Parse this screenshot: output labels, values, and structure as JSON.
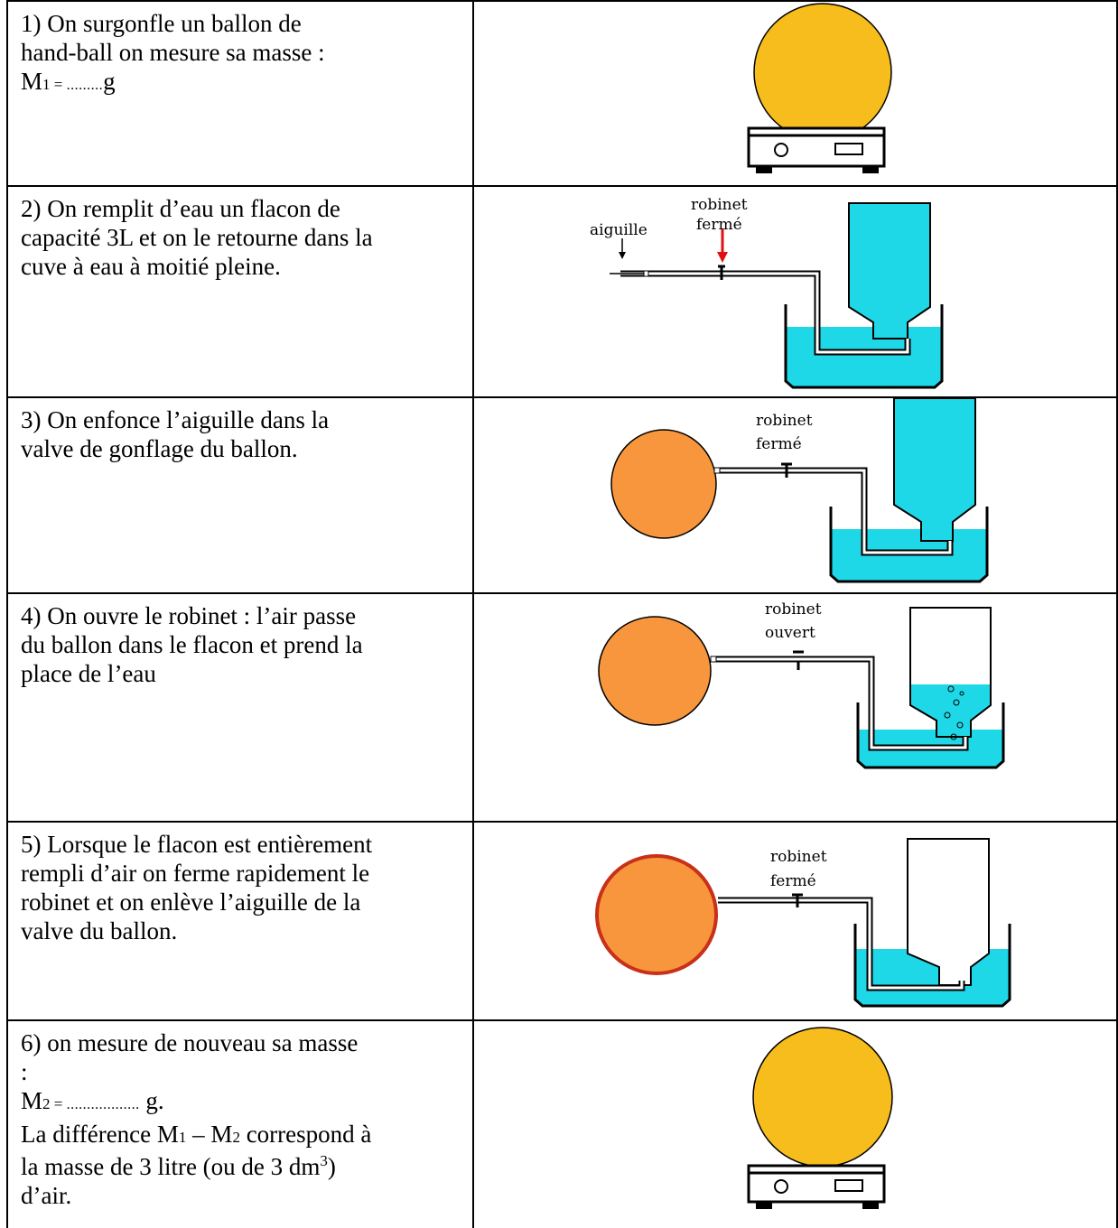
{
  "steps": [
    {
      "number": "1)",
      "lines": [
        "1) On surgonfle un ballon de",
        "hand-ball  on mesure sa masse :"
      ],
      "mass_symbol": "M",
      "mass_index": "1",
      "mass_eq": " = ",
      "mass_dots": ".........",
      "mass_unit": "g"
    },
    {
      "lines": [
        "2) On remplit d’eau un flacon de",
        "capacité 3L et on le retourne dans la",
        "cuve à eau à moitié pleine."
      ],
      "fig_labels": {
        "valve": [
          "robinet",
          "fermé"
        ],
        "needle": "aiguille"
      }
    },
    {
      "lines": [
        "3) On enfonce l’aiguille dans la",
        "valve de gonflage du ballon."
      ],
      "fig_labels": {
        "valve": [
          "robinet",
          "fermé"
        ]
      }
    },
    {
      "lines": [
        "4) On ouvre le robinet : l’air passe",
        "du ballon dans le flacon et prend la",
        "place de l’eau"
      ],
      "fig_labels": {
        "valve": [
          "robinet",
          "ouvert"
        ]
      }
    },
    {
      "lines": [
        "5) Lorsque le flacon est entièrement",
        "rempli d’air  on ferme rapidement le",
        "robinet et on enlève l’aiguille de la",
        "valve du ballon."
      ],
      "fig_labels": {
        "valve": [
          "robinet",
          "fermé"
        ]
      }
    },
    {
      "lines": [
        "6) on mesure de nouveau sa masse",
        ":"
      ],
      "mass_symbol": "M",
      "mass_index": "2",
      "mass_eq": " = ",
      "mass_dots": "..................",
      "mass_unit": " g.",
      "diff_line_1_a": "La différence M",
      "diff_idx1": "1",
      "diff_line_1_b": " – M",
      "diff_idx2": "2",
      "diff_line_1_c": " correspond à",
      "diff_line_2_a": "la masse de 3 litre (ou de 3 dm",
      "diff_exp": "3",
      "diff_line_2_b": ")",
      "diff_line_3": "d’air."
    }
  ],
  "colors": {
    "ball_yellow": "#f7bd1d",
    "ball_orange": "#f7963c",
    "water": "#1fd8e7",
    "arrow_red": "#e01010",
    "outline": "#000000"
  }
}
